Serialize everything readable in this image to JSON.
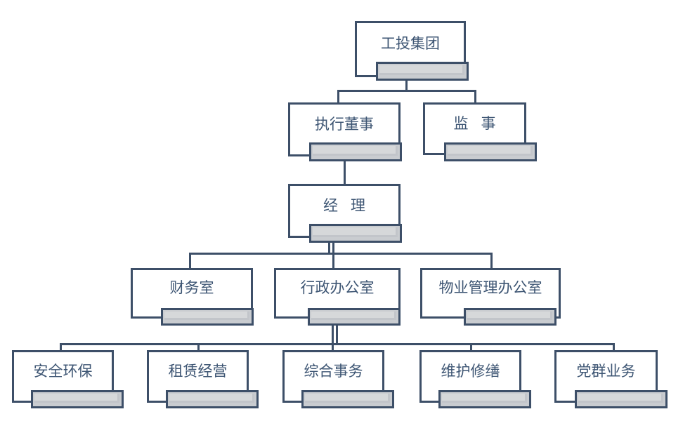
{
  "diagram": {
    "type": "org-chart",
    "title_text": "",
    "colors": {
      "border": "#3d4f68",
      "text": "#3d5573",
      "bar_fill": "#d6d8da",
      "bar_shade": "#c2c5ca",
      "background": "#ffffff"
    },
    "levels": [
      {
        "level": 1,
        "nodes": [
          {
            "id": "n1",
            "label": "工投集团",
            "spaced": false
          }
        ]
      },
      {
        "level": 2,
        "nodes": [
          {
            "id": "n2",
            "label": "执行董事",
            "spaced": false
          },
          {
            "id": "n3",
            "label": "监事",
            "spaced": true
          }
        ]
      },
      {
        "level": 3,
        "nodes": [
          {
            "id": "n4",
            "label": "经理",
            "spaced": true
          }
        ]
      },
      {
        "level": 4,
        "nodes": [
          {
            "id": "n5",
            "label": "财务室",
            "spaced": false
          },
          {
            "id": "n6",
            "label": "行政办公室",
            "spaced": false
          },
          {
            "id": "n7",
            "label": "物业管理办公室",
            "spaced": false
          }
        ]
      },
      {
        "level": 5,
        "nodes": [
          {
            "id": "n8",
            "label": "安全环保",
            "spaced": false
          },
          {
            "id": "n9",
            "label": "租赁经营",
            "spaced": false
          },
          {
            "id": "n10",
            "label": "综合事务",
            "spaced": false
          },
          {
            "id": "n11",
            "label": "维护修缮",
            "spaced": false
          },
          {
            "id": "n12",
            "label": "党群业务",
            "spaced": false
          }
        ]
      }
    ],
    "edges": [
      {
        "from": "n1",
        "to": "n2"
      },
      {
        "from": "n1",
        "to": "n3"
      },
      {
        "from": "n2",
        "to": "n4"
      },
      {
        "from": "n4",
        "to": "n5"
      },
      {
        "from": "n4",
        "to": "n6"
      },
      {
        "from": "n4",
        "to": "n7"
      },
      {
        "from": "n6",
        "to": "n8"
      },
      {
        "from": "n6",
        "to": "n9"
      },
      {
        "from": "n6",
        "to": "n10"
      },
      {
        "from": "n6",
        "to": "n11"
      },
      {
        "from": "n6",
        "to": "n12"
      }
    ]
  }
}
